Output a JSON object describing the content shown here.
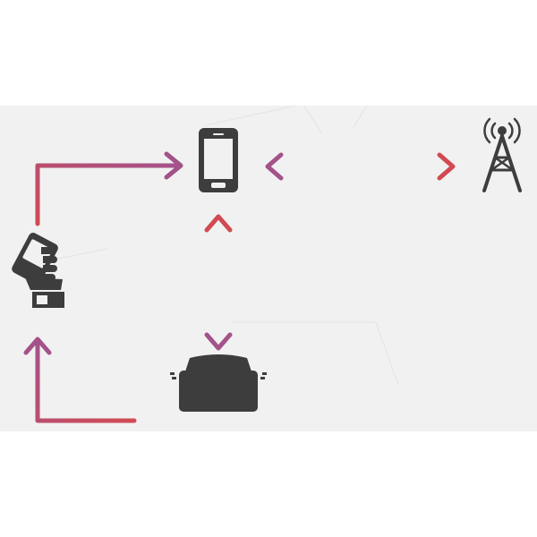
{
  "diagram": {
    "colors": {
      "background": "#ffffff",
      "panel": "#f1f1f1",
      "icon": "#3d3d3d",
      "arrow_start": "#a3528a",
      "arrow_end": "#d14a52"
    },
    "nodes": [
      {
        "id": "smartphone",
        "icon": "smartphone-icon"
      },
      {
        "id": "cell-tower",
        "icon": "cell-tower-icon"
      },
      {
        "id": "handheld-scanner",
        "icon": "handheld-scanner-icon"
      },
      {
        "id": "printer",
        "icon": "printer-icon"
      }
    ],
    "connections": [
      {
        "from": "handheld-scanner",
        "to": "smartphone",
        "direction": "one-way"
      },
      {
        "from": "smartphone",
        "to": "cell-tower",
        "direction": "two-way"
      },
      {
        "from": "smartphone",
        "to": "printer",
        "direction": "two-way"
      },
      {
        "from": "printer",
        "to": "handheld-scanner",
        "direction": "one-way"
      }
    ]
  }
}
